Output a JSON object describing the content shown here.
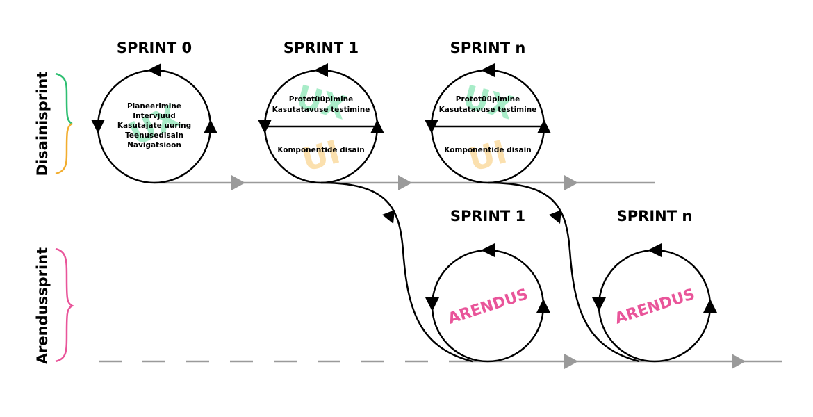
{
  "colors": {
    "ux": "#a8ecc8",
    "ui": "#fbe0ae",
    "arendus": "#e9559a",
    "brace_design_top": "#2fbf72",
    "brace_design_bottom": "#f2ad2e",
    "brace_dev": "#e9559a",
    "timeline": "#9a9a9a",
    "stroke": "#000000"
  },
  "labels": {
    "design_sprint": "Disainisprint",
    "dev_sprint": "Arendussprint"
  },
  "design_sprints": [
    {
      "title": "SPRINT 0",
      "items": [
        "Planeerimine",
        "Intervjuud",
        "Kasutajate uuring",
        "Teenusedisain",
        "Navigatsioon"
      ],
      "watermark": "UX"
    },
    {
      "title": "SPRINT 1",
      "top_items": [
        "Prototüüpimine",
        "Kasutatavuse testimine"
      ],
      "bottom_items": [
        "Komponentide disain"
      ],
      "watermark_top": "UX",
      "watermark_bottom": "UI"
    },
    {
      "title": "SPRINT n",
      "top_items": [
        "Prototüüpimine",
        "Kasutatavuse testimine"
      ],
      "bottom_items": [
        "Komponentide disain"
      ],
      "watermark_top": "UX",
      "watermark_bottom": "UI"
    }
  ],
  "dev_sprints": [
    {
      "title": "SPRINT 1",
      "label": "ARENDUS"
    },
    {
      "title": "SPRINT n",
      "label": "ARENDUS"
    }
  ]
}
